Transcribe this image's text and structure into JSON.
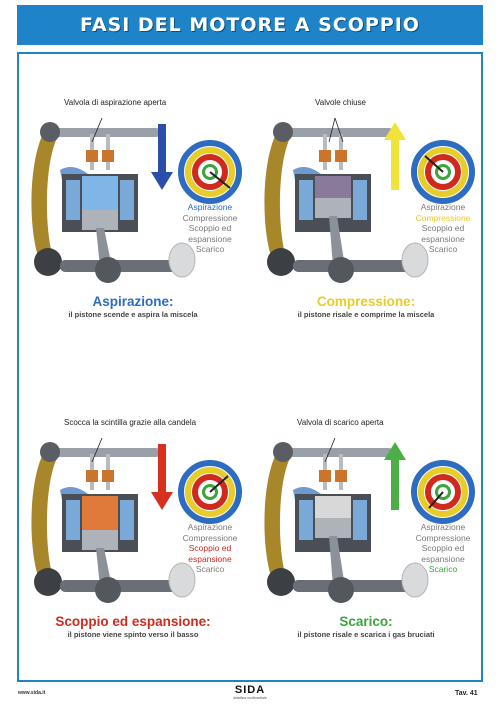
{
  "header": {
    "title": "FASI DEL MOTORE A SCOPPIO"
  },
  "phase_labels": [
    "Aspirazione",
    "Compressione",
    "Scoppio ed",
    "espansione",
    "Scarico"
  ],
  "panels": [
    {
      "id": "aspirazione",
      "callout": "Valvola di aspirazione aperta",
      "highlight": [
        0
      ],
      "accent": "#2d6cc0",
      "arrow": "down",
      "arrow_color": "#2b4fa8",
      "chamber_color": "#7fb6e8",
      "title": "Aspirazione:",
      "subtitle": "il pistone scende e aspira la miscela"
    },
    {
      "id": "compressione",
      "callout": "Valvole chiuse",
      "highlight": [
        1
      ],
      "accent": "#e8cc2a",
      "arrow": "up",
      "arrow_color": "#f2e33a",
      "chamber_color": "#8a7a9a",
      "title": "Compressione:",
      "subtitle": "il pistone risale e comprime la miscela"
    },
    {
      "id": "scoppio",
      "callout": "Scocca la scintilla grazie alla candela",
      "highlight": [
        2,
        3
      ],
      "accent": "#d02a1e",
      "arrow": "down",
      "arrow_color": "#d8301f",
      "chamber_color": "#e07a3a",
      "title": "Scoppio ed espansione:",
      "subtitle": "il pistone viene spinto verso il basso"
    },
    {
      "id": "scarico",
      "callout": "Valvola di scarico aperta",
      "highlight": [
        4
      ],
      "accent": "#3aa53a",
      "arrow": "up",
      "arrow_color": "#4cae46",
      "chamber_color": "#d8d8d8",
      "title": "Scarico:",
      "subtitle": "il pistone risale e scarica i gas bruciati"
    }
  ],
  "footer": {
    "left": "www.sida.it",
    "logo": "SIDA",
    "logo_sub": "didattica multimediale",
    "right": "Tav. 41"
  }
}
